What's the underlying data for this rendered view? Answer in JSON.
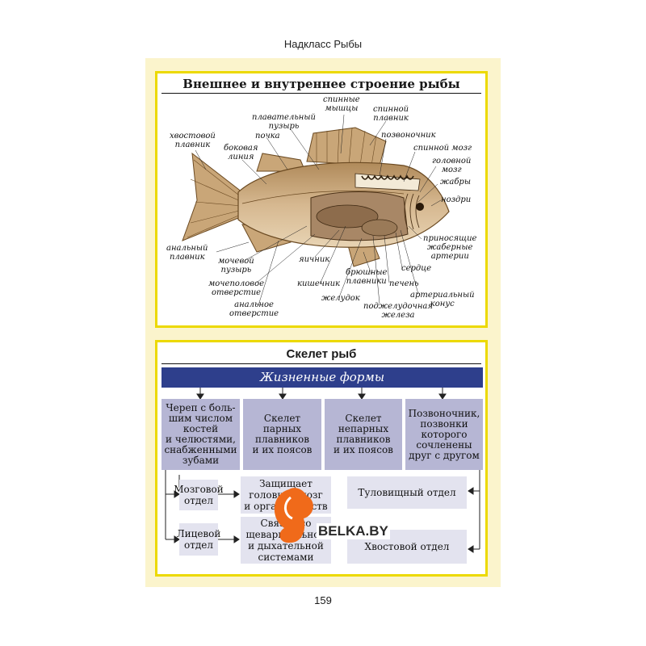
{
  "page_header": "Надкласс Рыбы",
  "page_number": "159",
  "section1": {
    "title": "Внешнее и внутреннее строение рыбы",
    "labels": [
      "спинные\nмышцы",
      "спинной\nплавник",
      "плавательный\nпузырь",
      "хвостовой\nплавник",
      "почка",
      "позвоночник",
      "спинной мозг",
      "боковая\nлиния",
      "головной\nмозг",
      "жабры",
      "ноздри",
      "приносящие\nжаберные\nартерии",
      "анальный\nплавник",
      "мочевой\nпузырь",
      "яичник",
      "сердце",
      "брюшные\nплавники",
      "мочеполовое\nотверстие",
      "кишечник",
      "печень",
      "артериальный\nконус",
      "анальное\nотверстие",
      "желудок",
      "поджелудочная\nжелеза"
    ]
  },
  "section2": {
    "title": "Скелет рыб",
    "bar": "Жизненные формы",
    "columns": [
      "Череп с боль-\nшим числом\nкостей\nи челюстями,\nснабженными\nзубами",
      "Скелет\nпарных\nплавников\nи их поясов",
      "Скелет\nнепарных\nплавников\nи их поясов",
      "Позвоночник,\nпозвонки\nкоторого\nсочленены\nдруг с другом"
    ],
    "sub": {
      "brain": "Мозговой\nотдел",
      "brain_desc": "Защищает\nголовной мозг\nи органы чувств",
      "face": "Лицевой\nотдел",
      "face_desc": "Связан со\nщеварительной\nи дыхательной\nсистемами",
      "trunk": "Туловищный отдел",
      "tail": "Хвостовой отдел"
    }
  },
  "watermark": "BELKA.BY",
  "colors": {
    "panel": "#fbf4cc",
    "frame": "#ecd900",
    "bar": "#2e3f8c",
    "column": "#b6b6d4",
    "sub": "#e3e3ef",
    "logo": "#f06a1a"
  }
}
